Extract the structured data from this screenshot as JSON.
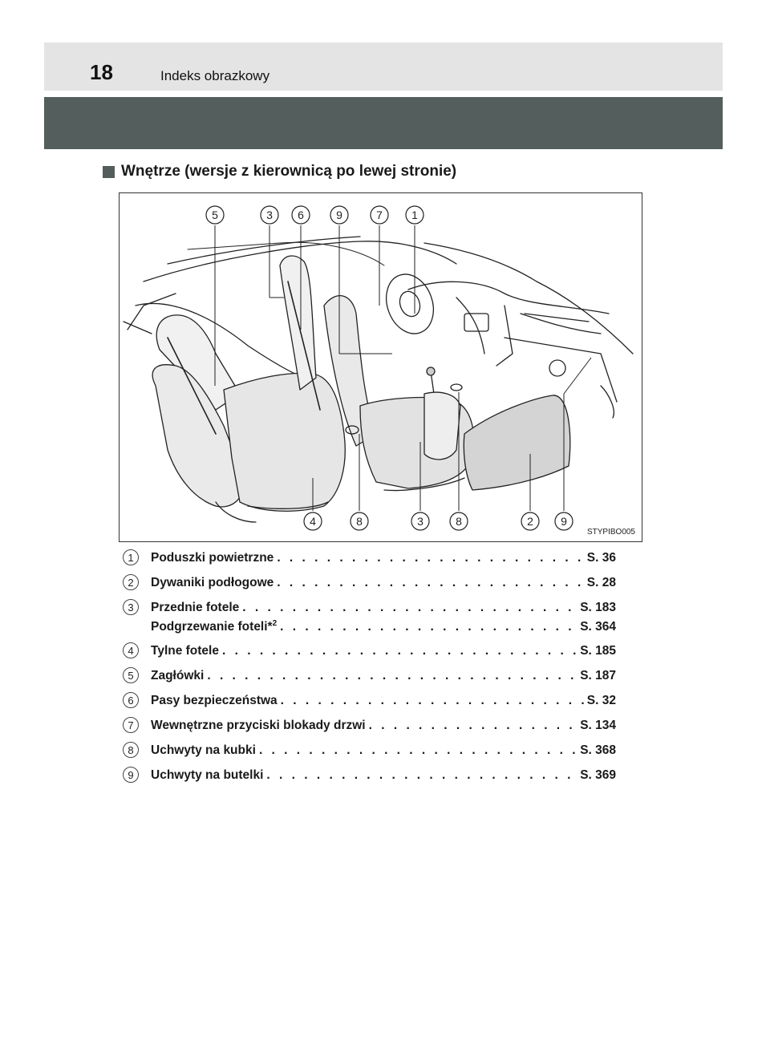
{
  "header": {
    "page_number": "18",
    "title": "Indeks obrazkowy"
  },
  "section": {
    "heading": "Wnętrze (wersje z kierownicą po lewej stronie)"
  },
  "figure": {
    "code": "STYPIBO005",
    "top_callouts": [
      "5",
      "3",
      "6",
      "9",
      "7",
      "1"
    ],
    "bottom_callouts": [
      "4",
      "8",
      "3",
      "8",
      "2",
      "9"
    ]
  },
  "legend": [
    {
      "num": "1",
      "label": "Poduszki powietrzne",
      "page": "S. 36"
    },
    {
      "num": "2",
      "label": "Dywaniki podłogowe",
      "page": "S. 28"
    },
    {
      "num": "3",
      "label": "Przednie fotele",
      "page": "S. 183",
      "sub_label": "Podgrzewanie foteli*",
      "sub_sup": "2",
      "sub_page": "S. 364"
    },
    {
      "num": "4",
      "label": "Tylne fotele",
      "page": "S. 185"
    },
    {
      "num": "5",
      "label": "Zagłówki",
      "page": "S. 187"
    },
    {
      "num": "6",
      "label": "Pasy bezpieczeństwa",
      "page": "S. 32"
    },
    {
      "num": "7",
      "label": "Wewnętrzne przyciski blokady drzwi",
      "page": "S. 134"
    },
    {
      "num": "8",
      "label": "Uchwyty na kubki",
      "page": "S. 368"
    },
    {
      "num": "9",
      "label": "Uchwyty na butelki",
      "page": "S. 369"
    }
  ],
  "colors": {
    "header_bar": "#e3e4e3",
    "dark_band": "#535e5d",
    "floor_mat": "#d4d4d4",
    "seat": "#e8e8e8"
  }
}
